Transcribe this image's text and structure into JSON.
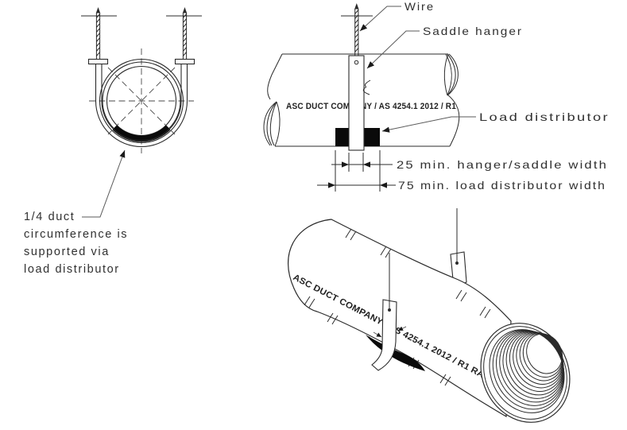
{
  "colors": {
    "background": "#ffffff",
    "line": "#2b2b2b",
    "leader": "#5a5a5a",
    "load_distributor_fill": "#0a0a0a",
    "text": "#303030"
  },
  "cross_section_view": {
    "note": {
      "lines": [
        "1/4 duct",
        "circumference is",
        "supported via",
        "load distributor"
      ]
    }
  },
  "side_view": {
    "labels": {
      "wire": "Wire",
      "saddle_hanger": "Saddle hanger",
      "load_distributor": "Load distributor"
    },
    "duct_marking": "ASC DUCT COMPANY / AS 4254.1 2012 / R1",
    "dimensions": {
      "hanger_saddle_width": "25 min. hanger/saddle width",
      "load_distributor_width": "75 min. load distributor width"
    }
  },
  "isometric_view": {
    "duct_marking": "ASC DUCT COMPANY / AS 4254.1 2012 / R1 RAT"
  }
}
